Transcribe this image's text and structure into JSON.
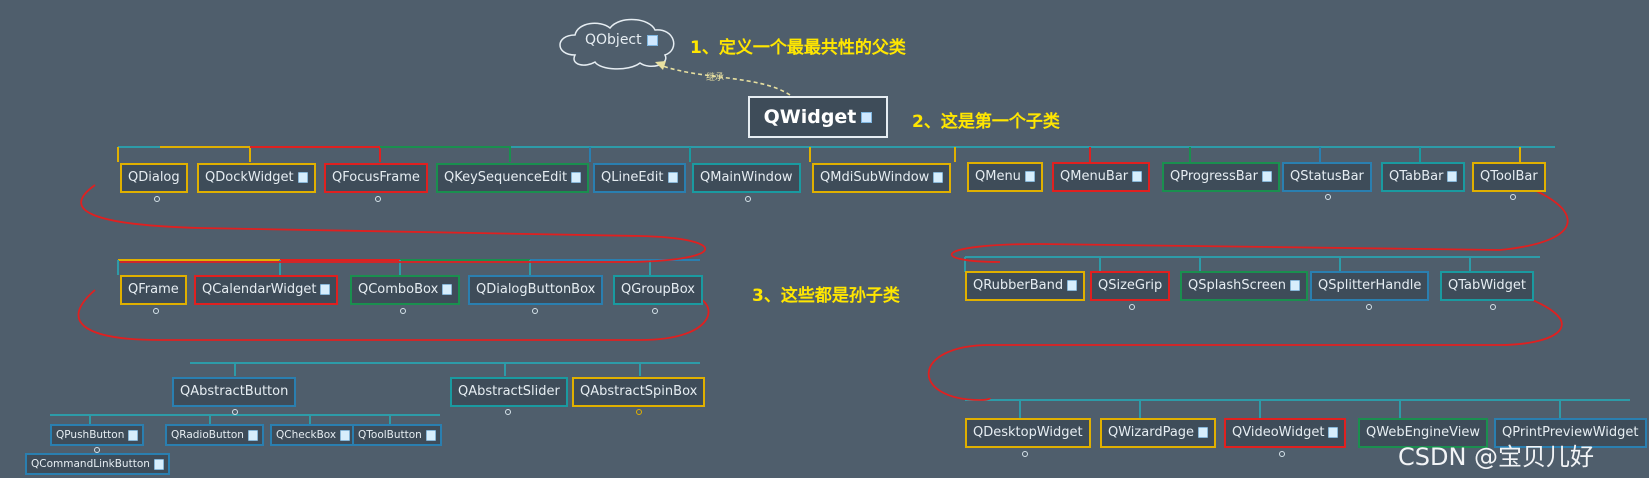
{
  "root": {
    "label": "QObject",
    "note": "1、定义一个最最共性的父类"
  },
  "edge_label": "继承",
  "widget": {
    "label": "QWidget",
    "note": "2、这是第一个子类"
  },
  "grand_note": "3、这些都是孙子类",
  "watermark": "CSDN @宝贝儿好",
  "colors": {
    "background": "#4f5e6c",
    "note": "#ffe600",
    "outline": "#e02020"
  },
  "row1": [
    "QDialog",
    "QDockWidget",
    "QFocusFrame",
    "QKeySequenceEdit",
    "QLineEdit",
    "QMainWindow",
    "QMdiSubWindow",
    "QMenu",
    "QMenuBar",
    "QProgressBar",
    "QStatusBar",
    "QTabBar",
    "QToolBar"
  ],
  "row2_left": [
    "QFrame",
    "QCalendarWidget",
    "QComboBox",
    "QDialogButtonBox",
    "QGroupBox"
  ],
  "row2_right": [
    "QRubberBand",
    "QSizeGrip",
    "QSplashScreen",
    "QSplitterHandle",
    "QTabWidget"
  ],
  "abstract": [
    "QAbstractButton",
    "QAbstractSlider",
    "QAbstractSpinBox"
  ],
  "buttons": [
    "QPushButton",
    "QRadioButton",
    "QCheckBox",
    "QToolButton",
    "QCommandLinkButton"
  ],
  "row4_right": [
    "QDesktopWidget",
    "QWizardPage",
    "QVideoWidget",
    "QWebEngineView",
    "QPrintPreviewWidget"
  ]
}
